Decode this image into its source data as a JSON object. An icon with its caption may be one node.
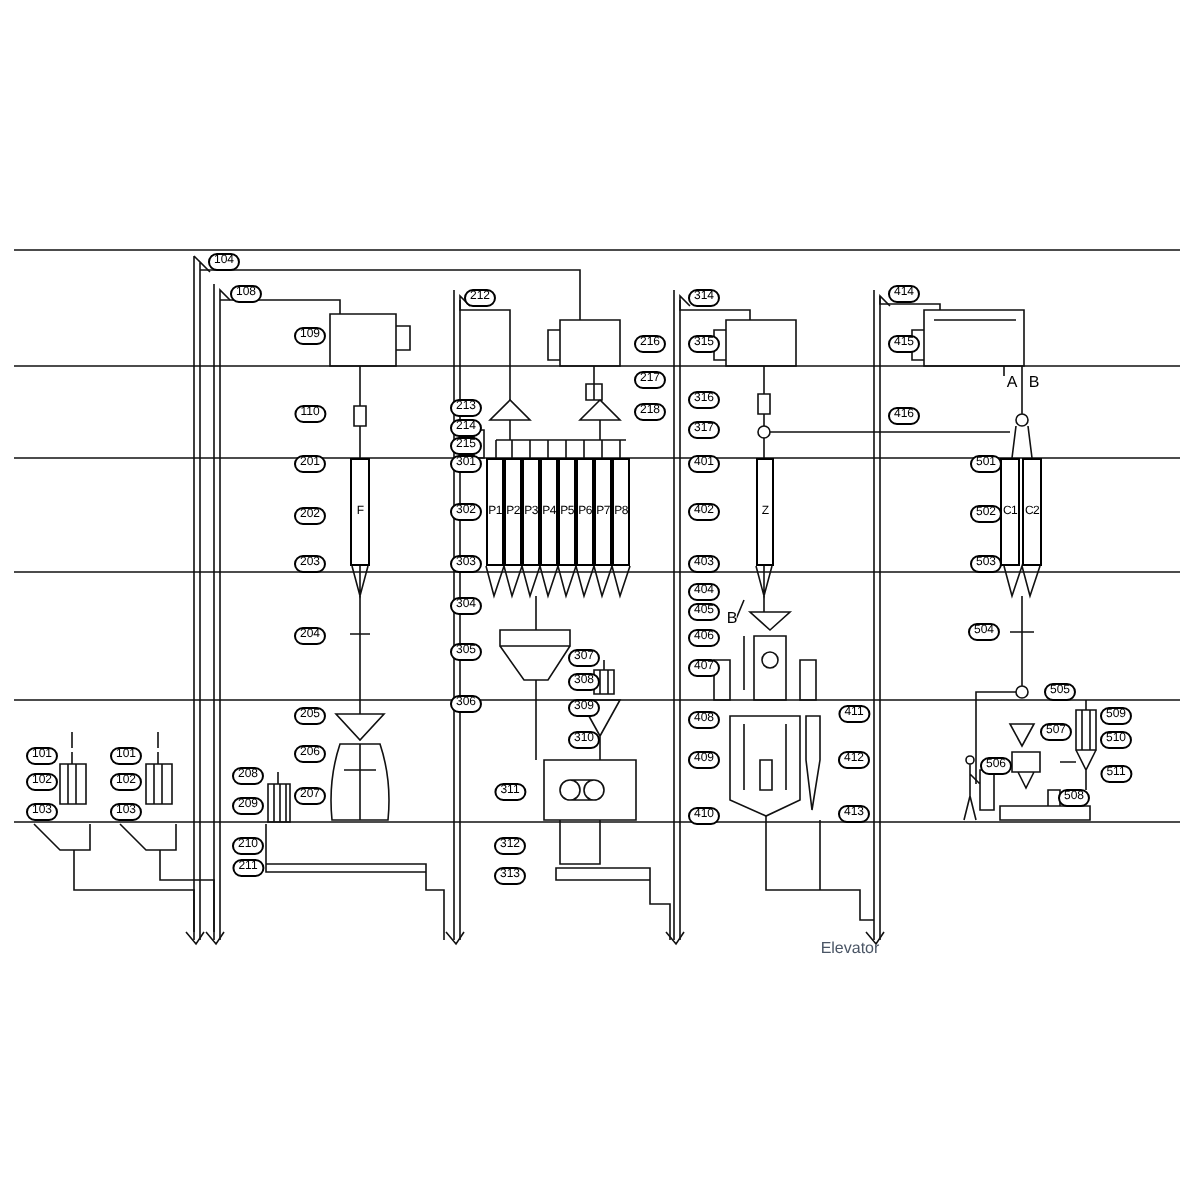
{
  "diagram": {
    "nodes": [
      {
        "text": [
          "F"
        ]
      },
      {
        "text": [
          "P1"
        ]
      },
      {
        "text": [
          "P2"
        ]
      },
      {
        "text": [
          "P3"
        ]
      },
      {
        "text": [
          "P4"
        ]
      },
      {
        "text": [
          "P5"
        ]
      },
      {
        "text": [
          "P6"
        ]
      },
      {
        "text": [
          "P7"
        ]
      },
      {
        "text": [
          "P8"
        ]
      },
      {
        "text": [
          "Z"
        ]
      },
      {
        "text": [
          "C1"
        ]
      },
      {
        "text": [
          "C2"
        ]
      }
    ],
    "edges": [],
    "labels": [
      "104",
      "108",
      "109",
      "110",
      "201",
      "202",
      "203",
      "204",
      "205",
      "206",
      "207",
      "208",
      "209",
      "210",
      "211",
      "101",
      "102",
      "103",
      "101",
      "102",
      "103",
      "212",
      "216",
      "217",
      "218",
      "213",
      "214",
      "215",
      "301",
      "302",
      "303",
      "304",
      "305",
      "306",
      "307",
      "308",
      "309",
      "310",
      "311",
      "312",
      "313",
      "314",
      "315",
      "316",
      "317",
      "401",
      "402",
      "403",
      "404",
      "405",
      "406",
      "B",
      "407",
      "408",
      "409",
      "410",
      "411",
      "412",
      "413",
      "414",
      "415",
      "416",
      "A",
      "B",
      "501",
      "502",
      "503",
      "504",
      "505",
      "506",
      "507",
      "508",
      "509",
      "510",
      "511",
      "Elevator"
    ]
  }
}
